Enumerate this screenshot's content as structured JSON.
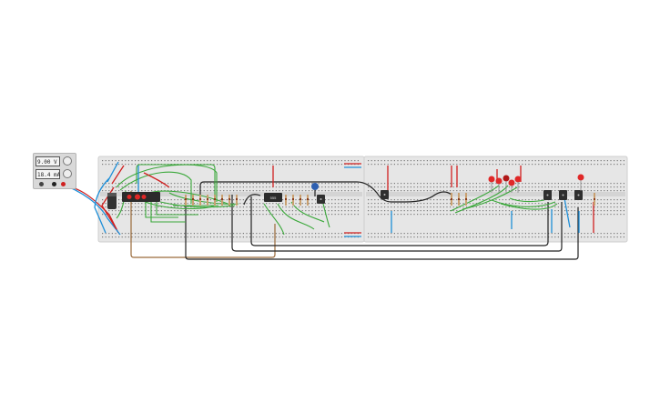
{
  "power_supply": {
    "voltage": "9.00 V",
    "current": "18.4 mA"
  },
  "chips": {
    "ic1_label": "555"
  },
  "colors": {
    "breadboard": "#e6e6e6",
    "wire_red": "#d02020",
    "wire_blue": "#1f8fd8",
    "wire_green": "#3aa83a",
    "wire_black": "#222222",
    "wire_brown": "#9a6a3a",
    "led_red": "#e02828"
  },
  "icons": [
    "power-supply",
    "voltage-knob",
    "current-knob",
    "ic-chip",
    "transistor",
    "resistor",
    "led",
    "capacitor",
    "wire"
  ]
}
